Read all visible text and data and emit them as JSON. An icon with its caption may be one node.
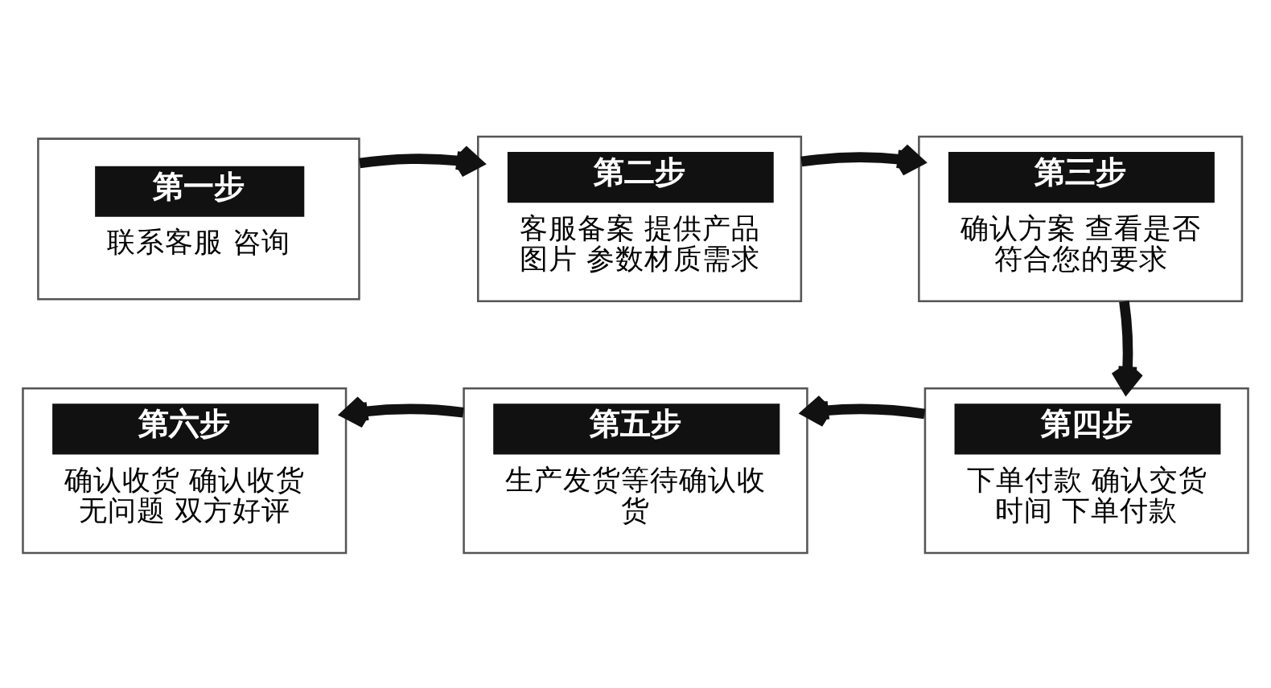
{
  "diagram": {
    "nodes": [
      {
        "text": [
          "第一步",
          "联系客服 咨询"
        ]
      },
      {
        "text": [
          "第二步",
          "客服备案 提供产品图片 参数材质需求"
        ]
      },
      {
        "text": [
          "第三步",
          "确认方案 查看是否符合您的要求"
        ]
      },
      {
        "text": [
          "第四步",
          "下单付款 确认交货时间 下单付款"
        ]
      },
      {
        "text": [
          "第五步",
          "生产发货等待确认收货"
        ]
      },
      {
        "text": [
          "第六步",
          "确认收货 确认收货无问题 双方好评"
        ]
      }
    ],
    "edges": [
      {
        "from": 0,
        "to": 1,
        "arrow": "to"
      },
      {
        "from": 1,
        "to": 2,
        "arrow": "to"
      },
      {
        "from": 2,
        "to": 3,
        "arrow": "to"
      },
      {
        "from": 3,
        "to": 4,
        "arrow": "to"
      },
      {
        "from": 4,
        "to": 5,
        "arrow": "to"
      }
    ]
  }
}
